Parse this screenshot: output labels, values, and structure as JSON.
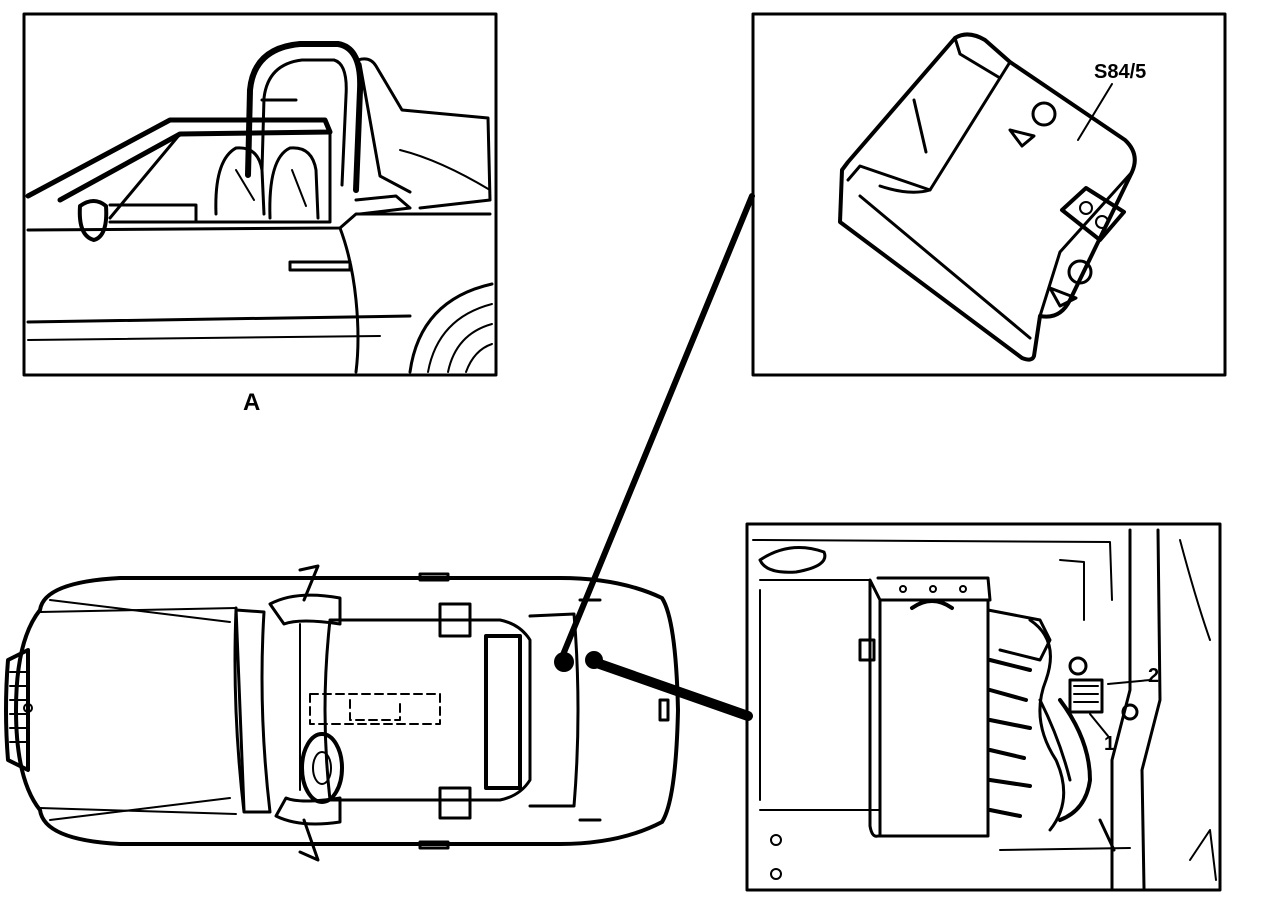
{
  "labels": {
    "view_a": "A",
    "switch_code": "S84/5",
    "callout_1": "1",
    "callout_2": "2"
  },
  "colors": {
    "ink": "#000000",
    "paper": "#ffffff"
  }
}
